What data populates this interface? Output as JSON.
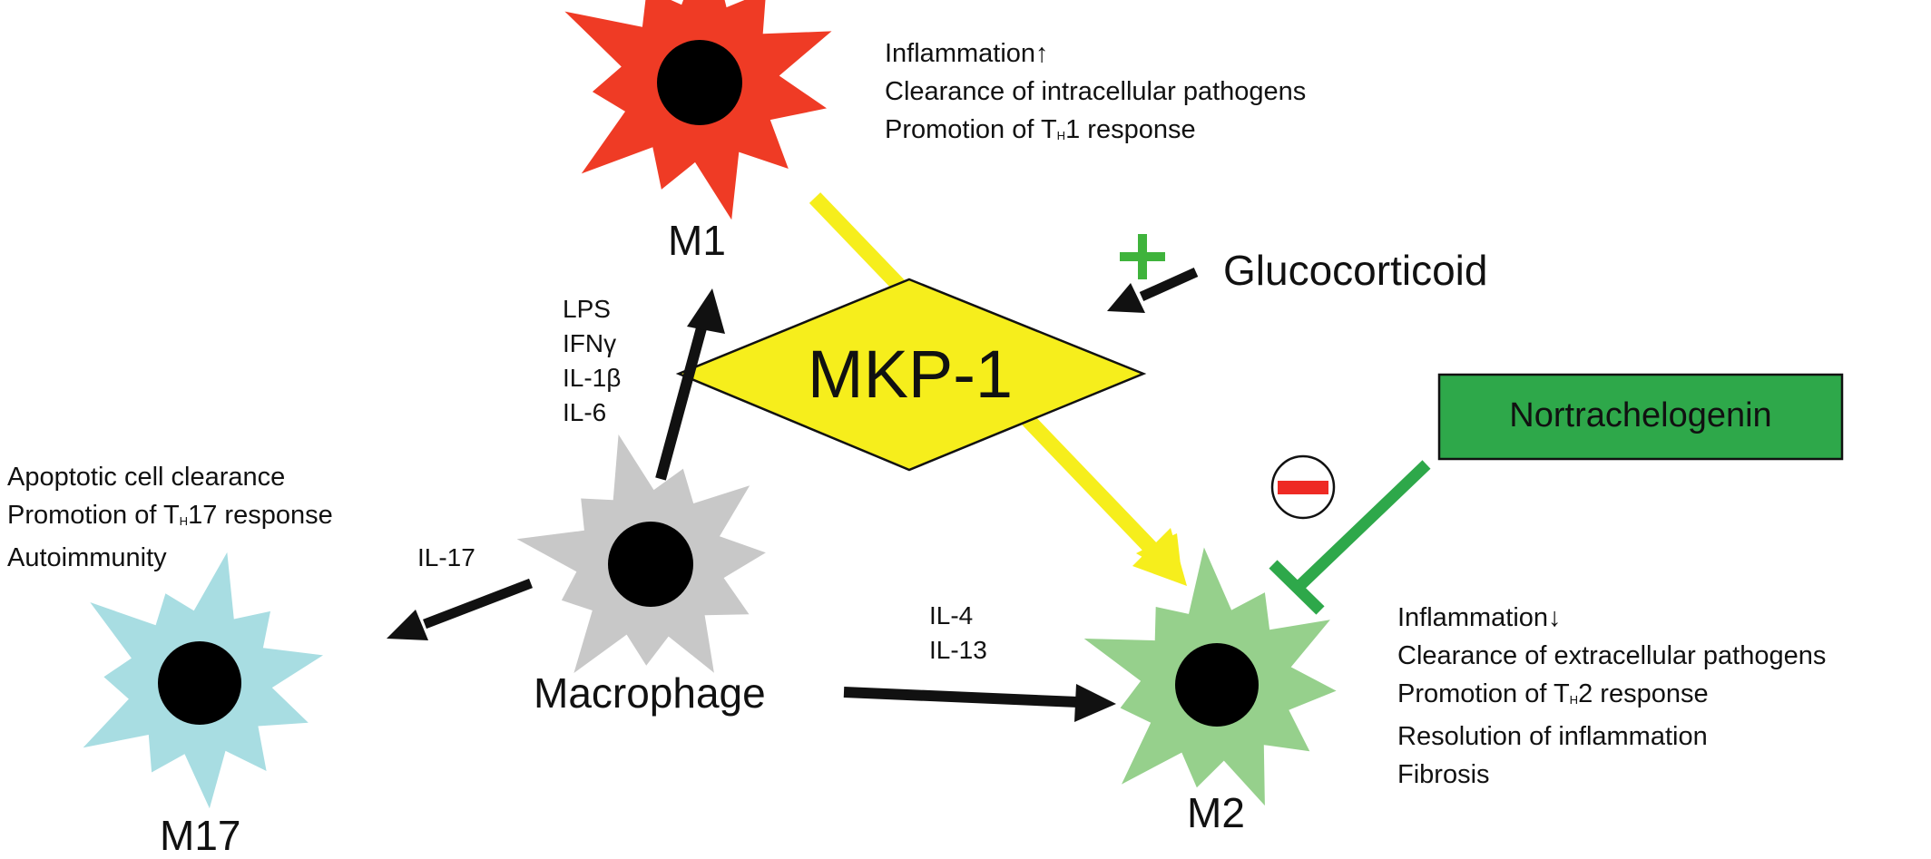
{
  "cells": {
    "m1": {
      "label": "M1",
      "color": "#ef3b25"
    },
    "m2": {
      "label": "M2",
      "color": "#96d08c"
    },
    "m17": {
      "label": "M17",
      "color": "#a8dde2"
    },
    "macrophage": {
      "label": "Macrophage",
      "color": "#c8c8c8"
    }
  },
  "m1_effects": {
    "line1": "Inflammation↑",
    "line2": "Clearance of intracellular pathogens",
    "line3_pre": "Promotion of T",
    "line3_sub": "H",
    "line3_post": "1 response"
  },
  "m2_effects": {
    "line1": "Inflammation↓",
    "line2": "Clearance of extracellular pathogens",
    "line3_pre": "Promotion of T",
    "line3_sub": "H",
    "line3_post": "2 response",
    "line4": "Resolution of inflammation",
    "line5": "Fibrosis"
  },
  "m17_effects": {
    "line1": "Apoptotic cell clearance",
    "line2_pre": "Promotion of T",
    "line2_sub": "H",
    "line2_post": "17 response",
    "line3": "Autoimmunity"
  },
  "stimuli": {
    "m1": [
      "LPS",
      "IFNγ",
      "IL-1β",
      "IL-6"
    ],
    "m2": [
      "IL-4",
      "IL-13"
    ],
    "m17": "IL-17"
  },
  "mkp1": {
    "label": "MKP-1",
    "color": "#f6ee1c"
  },
  "glucocorticoid": {
    "label": "Glucocorticoid",
    "sign": "+",
    "sign_color": "#3fb33c"
  },
  "nortrachelogenin": {
    "label": "Nortrachelogenin",
    "box_color": "#2ea84a",
    "inhibit_color": "#2ea84a",
    "sign_color": "#ee2a24"
  }
}
